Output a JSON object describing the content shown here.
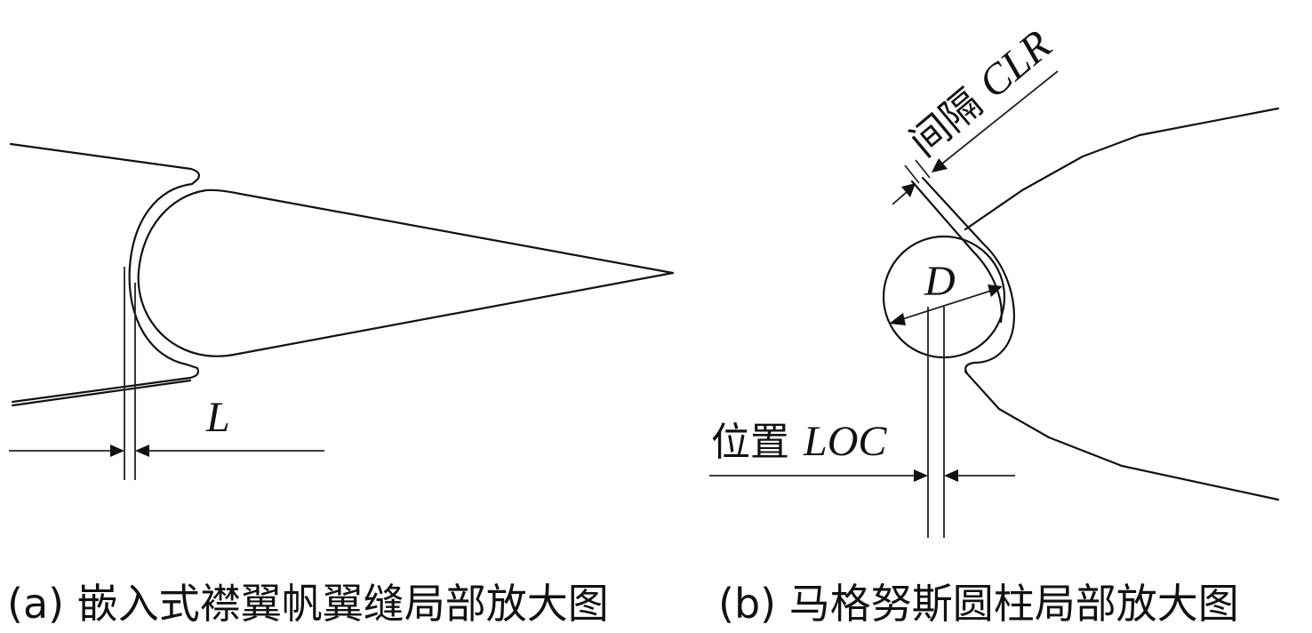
{
  "panel_a": {
    "caption": "(a) 嵌入式襟翼帆翼缝局部放大图",
    "dimension_label": "L"
  },
  "panel_b": {
    "caption": "(b) 马格努斯圆柱局部放大图",
    "clr_label_cn": "间隔",
    "clr_label_var": "CLR",
    "diameter_label": "D",
    "loc_label_cn": "位置",
    "loc_label_var": "LOC"
  }
}
